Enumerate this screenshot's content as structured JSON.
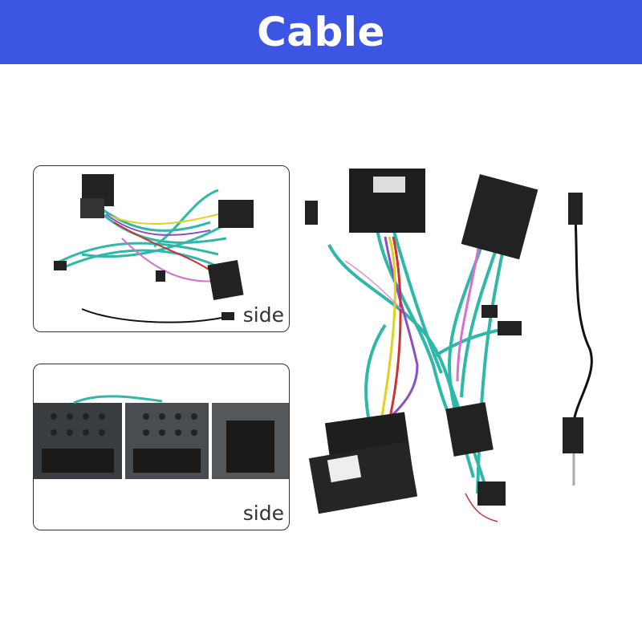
{
  "header": {
    "title": "Cable",
    "background_color": "#3d55e3"
  },
  "panels": [
    {
      "label": "side"
    },
    {
      "label": "side"
    }
  ]
}
